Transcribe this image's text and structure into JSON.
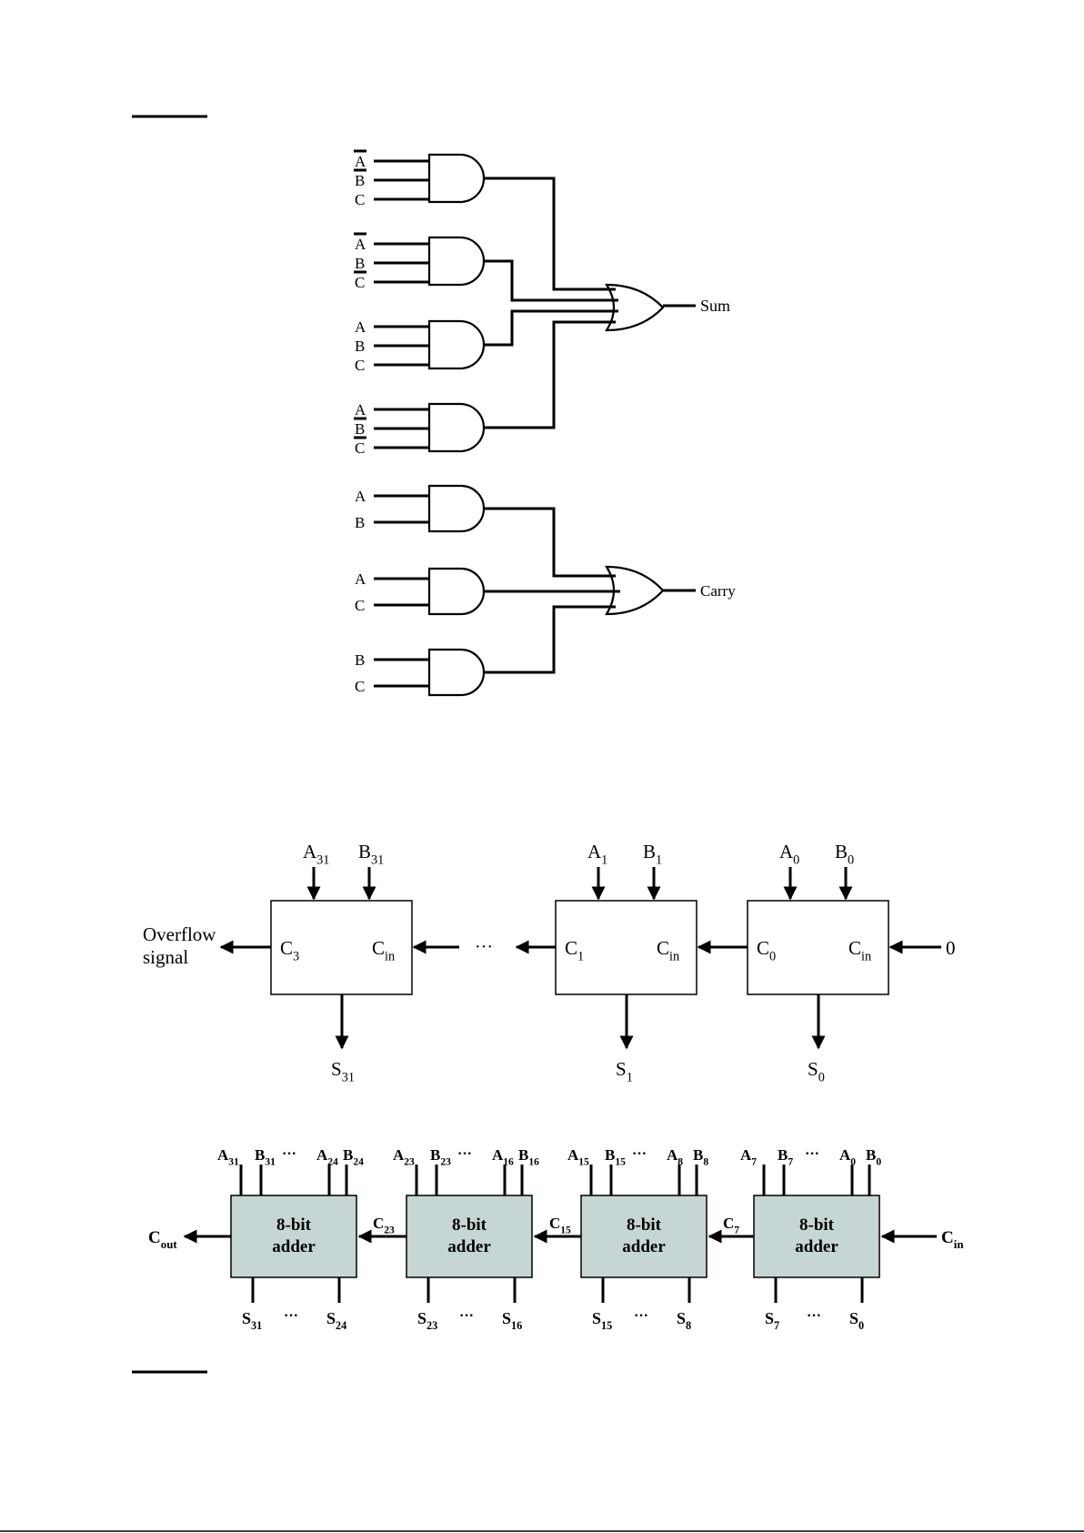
{
  "logic_circuit": {
    "sum_gates": [
      [
        {
          "t": "A",
          "bar": true
        },
        {
          "t": "B",
          "bar": true
        },
        {
          "t": "C",
          "bar": false
        }
      ],
      [
        {
          "t": "A",
          "bar": true
        },
        {
          "t": "B",
          "bar": false
        },
        {
          "t": "C",
          "bar": true
        }
      ],
      [
        {
          "t": "A",
          "bar": false
        },
        {
          "t": "B",
          "bar": false
        },
        {
          "t": "C",
          "bar": false
        }
      ],
      [
        {
          "t": "A",
          "bar": false
        },
        {
          "t": "B",
          "bar": true
        },
        {
          "t": "C",
          "bar": true
        }
      ]
    ],
    "carry_gates": [
      [
        {
          "t": "A",
          "bar": false
        },
        {
          "t": "B",
          "bar": false
        }
      ],
      [
        {
          "t": "A",
          "bar": false
        },
        {
          "t": "C",
          "bar": false
        }
      ],
      [
        {
          "t": "B",
          "bar": false
        },
        {
          "t": "C",
          "bar": false
        }
      ]
    ],
    "sum_output": "Sum",
    "carry_output": "Carry"
  },
  "ripple_adder": {
    "overflow": [
      "Overflow",
      "signal"
    ],
    "ellipsis": "···",
    "zero_input": "0",
    "cells": [
      {
        "a": {
          "b": "A",
          "s": "31"
        },
        "b": {
          "b": "B",
          "s": "31"
        },
        "cout": {
          "b": "C",
          "s": "3"
        },
        "cin": {
          "b": "C",
          "s": "in"
        },
        "sum": {
          "b": "S",
          "s": "31"
        }
      },
      {
        "a": {
          "b": "A",
          "s": "1"
        },
        "b": {
          "b": "B",
          "s": "1"
        },
        "cout": {
          "b": "C",
          "s": "1"
        },
        "cin": {
          "b": "C",
          "s": "in"
        },
        "sum": {
          "b": "S",
          "s": "1"
        }
      },
      {
        "a": {
          "b": "A",
          "s": "0"
        },
        "b": {
          "b": "B",
          "s": "0"
        },
        "cout": {
          "b": "C",
          "s": "0"
        },
        "cin": {
          "b": "C",
          "s": "in"
        },
        "sum": {
          "b": "S",
          "s": "0"
        }
      }
    ]
  },
  "byte_adder": {
    "block_label": [
      "8-bit",
      "adder"
    ],
    "cout": {
      "b": "C",
      "s": "out"
    },
    "cin": {
      "b": "C",
      "s": "in"
    },
    "dots": "···",
    "carries": [
      {
        "b": "C",
        "s": "23"
      },
      {
        "b": "C",
        "s": "15"
      },
      {
        "b": "C",
        "s": "7"
      }
    ],
    "blocks": [
      {
        "top": [
          {
            "b": "A",
            "s": "31"
          },
          {
            "b": "B",
            "s": "31"
          },
          {
            "b": "A",
            "s": "24"
          },
          {
            "b": "B",
            "s": "24"
          }
        ],
        "bottom": [
          {
            "b": "S",
            "s": "31"
          },
          {
            "b": "S",
            "s": "24"
          }
        ]
      },
      {
        "top": [
          {
            "b": "A",
            "s": "23"
          },
          {
            "b": "B",
            "s": "23"
          },
          {
            "b": "A",
            "s": "16"
          },
          {
            "b": "B",
            "s": "16"
          }
        ],
        "bottom": [
          {
            "b": "S",
            "s": "23"
          },
          {
            "b": "S",
            "s": "16"
          }
        ]
      },
      {
        "top": [
          {
            "b": "A",
            "s": "15"
          },
          {
            "b": "B",
            "s": "15"
          },
          {
            "b": "A",
            "s": "8"
          },
          {
            "b": "B",
            "s": "8"
          }
        ],
        "bottom": [
          {
            "b": "S",
            "s": "15"
          },
          {
            "b": "S",
            "s": "8"
          }
        ]
      },
      {
        "top": [
          {
            "b": "A",
            "s": "7"
          },
          {
            "b": "B",
            "s": "7"
          },
          {
            "b": "A",
            "s": "0"
          },
          {
            "b": "B",
            "s": "0"
          }
        ],
        "bottom": [
          {
            "b": "S",
            "s": "7"
          },
          {
            "b": "S",
            "s": "0"
          }
        ]
      }
    ]
  }
}
